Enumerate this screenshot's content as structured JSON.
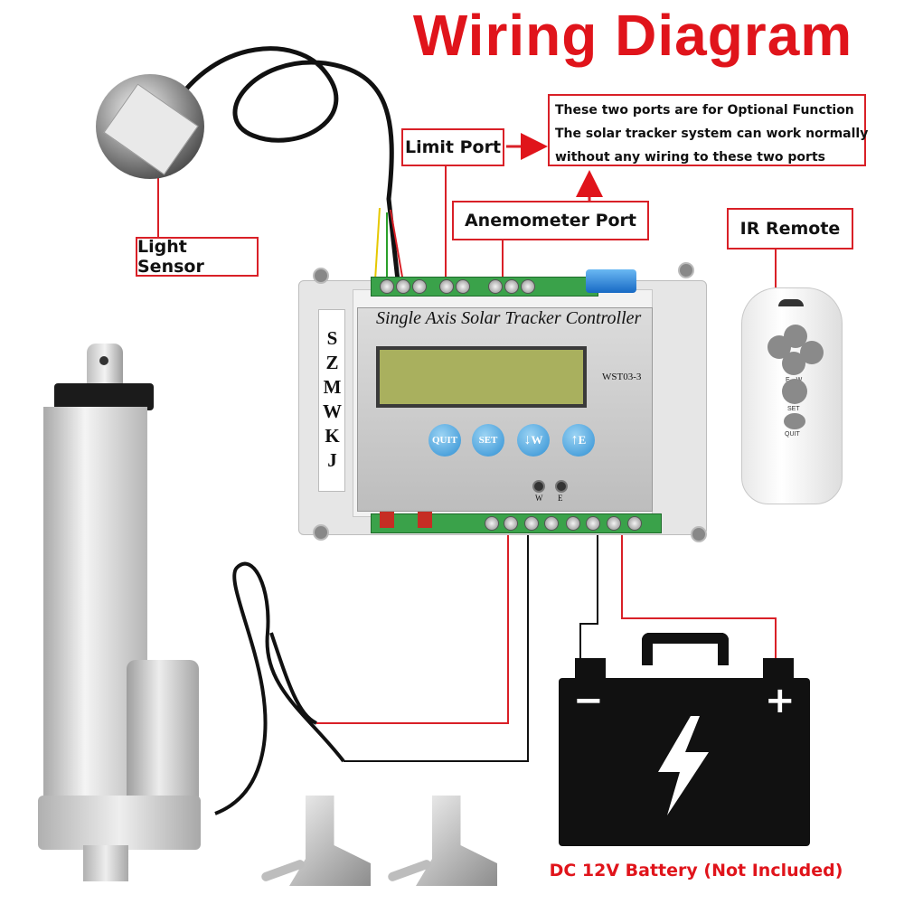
{
  "title": "Wiring Diagram",
  "labels": {
    "limit_port": "Limit Port",
    "anemometer_port": "Anemometer Port",
    "light_sensor": "Light Sensor",
    "ir_remote": "IR Remote",
    "battery": "DC 12V Battery (Not Included)"
  },
  "note": {
    "line1": "These two ports are for Optional Function",
    "line2": "The solar tracker system can work normally",
    "line3": "without any wiring to these two ports"
  },
  "controller": {
    "panel_title": "Single Axis Solar Tracker Controller",
    "model": "WST03-3",
    "brand": "SZMWKJ",
    "buttons": {
      "quit": "QUIT",
      "set": "SET",
      "west": "W",
      "east": "E"
    },
    "led_w": "W",
    "led_e": "E"
  },
  "battery": {
    "minus": "−",
    "plus": "+"
  },
  "remote": {
    "set": "SET",
    "quit": "QUIT",
    "e_w": "E→W"
  },
  "colors": {
    "accent_red": "#e0141b",
    "box_border": "#d92027",
    "button_blue": "#2f8fd3",
    "terminal_green": "#3aa24a"
  }
}
